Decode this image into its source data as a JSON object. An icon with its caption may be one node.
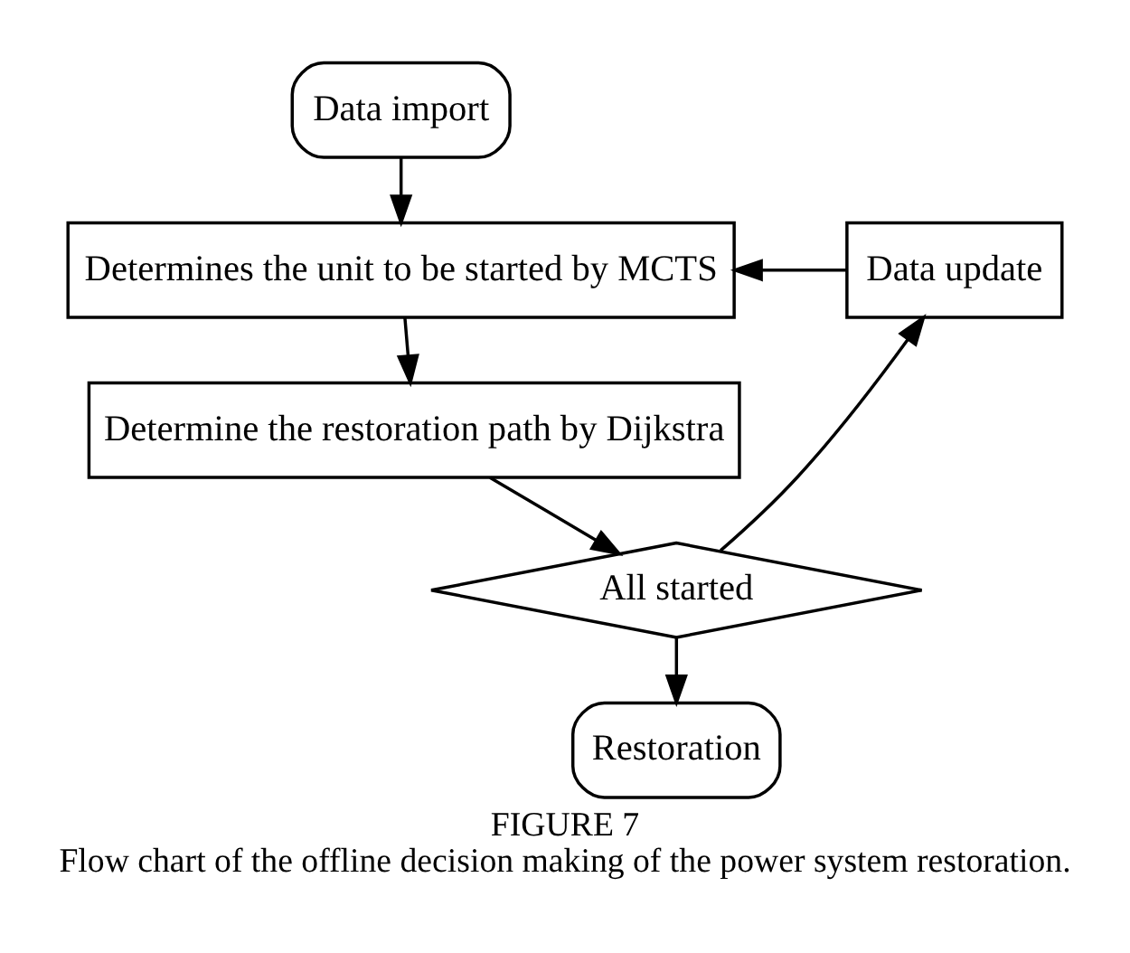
{
  "diagram": {
    "title": "FIGURE 7",
    "caption": "Flow chart of the offline decision making of the power system restoration.",
    "nodes": [
      {
        "text": [
          "Data import"
        ]
      },
      {
        "text": [
          "Determines the unit to be started by MCTS"
        ]
      },
      {
        "text": [
          "Determine the restoration path by Dijkstra"
        ]
      },
      {
        "text": [
          "All started"
        ]
      },
      {
        "text": [
          "Restoration"
        ]
      },
      {
        "text": [
          "Data update"
        ]
      }
    ],
    "edges": [
      {
        "from": 0,
        "to": 1,
        "arrow": "to"
      },
      {
        "from": 1,
        "to": 2,
        "arrow": "to"
      },
      {
        "from": 2,
        "to": 3,
        "arrow": "to"
      },
      {
        "from": 3,
        "to": 4,
        "arrow": "to"
      },
      {
        "from": 3,
        "to": 5,
        "arrow": "to"
      },
      {
        "from": 5,
        "to": 1,
        "arrow": "to"
      }
    ]
  }
}
